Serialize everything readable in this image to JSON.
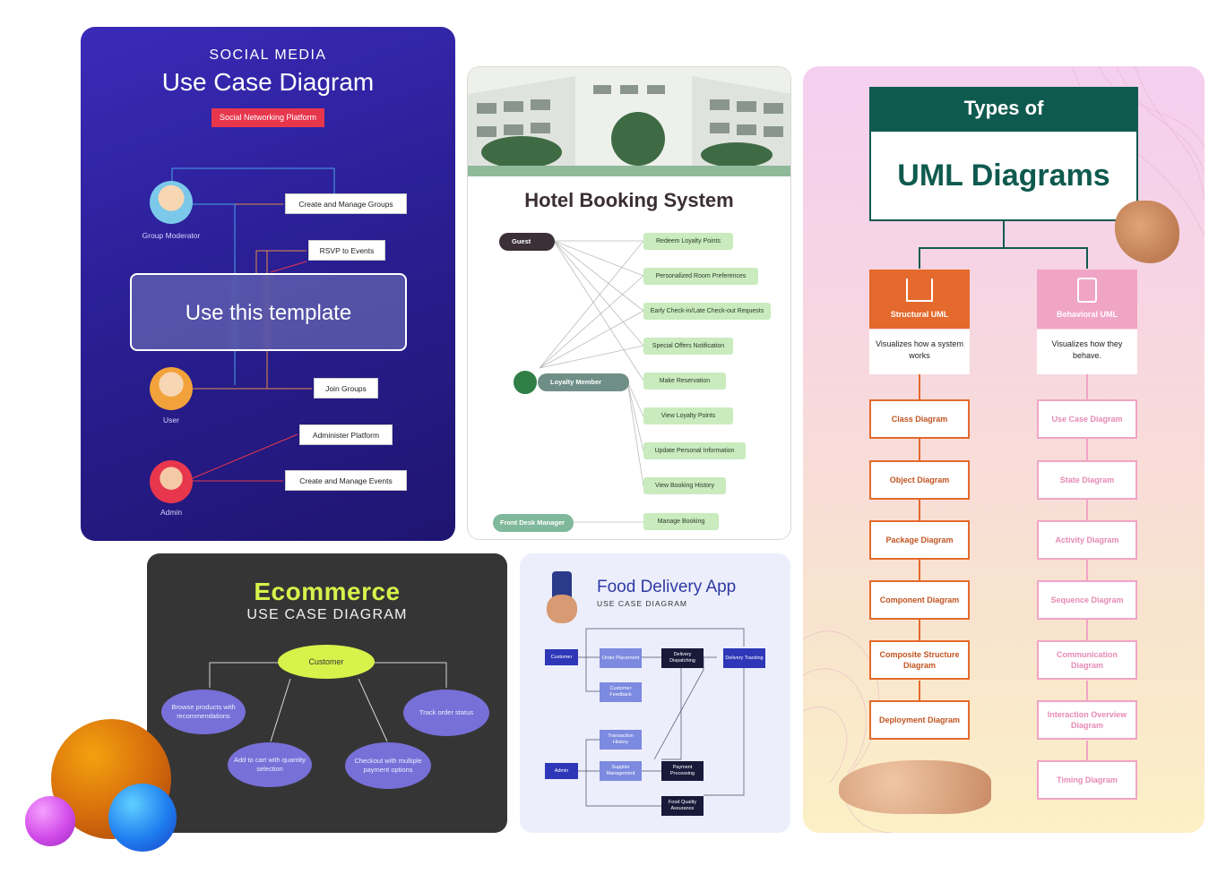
{
  "social": {
    "kicker": "SOCIAL MEDIA",
    "title": "Use Case Diagram",
    "badge": "Social Networking Platform",
    "actors": [
      "Group Moderator",
      "User",
      "Admin"
    ],
    "use_cases": [
      "Create and Manage Groups",
      "RSVP to Events",
      "Join Groups",
      "Administer Platform",
      "Create and Manage Events"
    ],
    "template_button": "Use this template",
    "colors": {
      "bg": "#2a1f95",
      "badge": "#e8374d"
    }
  },
  "hotel": {
    "title": "Hotel Booking System",
    "actors": [
      "Guest",
      "Loyalty Member",
      "Front Desk Manager"
    ],
    "use_cases": [
      "Redeem Loyalty Points",
      "Personalized Room Preferences",
      "Early Check-in/Late Check-out Requests",
      "Special Offers Notification",
      "Make Reservation",
      "View Loyalty Points",
      "Update Personal Information",
      "View Booking History",
      "Manage Booking"
    ]
  },
  "uml": {
    "header": "Types of",
    "main": "UML Diagrams",
    "structural": {
      "title": "Structural UML",
      "desc": "Visualizes how a system works",
      "items": [
        "Class Diagram",
        "Object Diagram",
        "Package Diagram",
        "Component Diagram",
        "Composite Structure Diagram",
        "Deployment Diagram"
      ]
    },
    "behavioral": {
      "title": "Behavioral UML",
      "desc": "Visualizes how they behave.",
      "items": [
        "Use Case Diagram",
        "State Diagram",
        "Activity Diagram",
        "Sequence Diagram",
        "Communication Diagram",
        "Interaction Overview Diagram",
        "Timing Diagram"
      ]
    },
    "colors": {
      "dark": "#0f5a4f",
      "structural": "#e4692c",
      "behavioral": "#f0a4c6"
    }
  },
  "ecommerce": {
    "title": "Ecommerce",
    "subtitle": "USE CASE DIAGRAM",
    "actor": "Customer",
    "use_cases": [
      "Browse products with recommendations",
      "Track order status",
      "Add to cart with quantity selection",
      "Checkout with multiple payment options"
    ]
  },
  "food": {
    "title": "Food Delivery App",
    "subtitle": "USE CASE DIAGRAM",
    "actors": [
      "Customer",
      "Admin"
    ],
    "boxes": [
      "Order Placement",
      "Delivery Dispatching",
      "Delivery Tracking",
      "Customer Feedback",
      "Transaction History",
      "Supplier Management",
      "Payment Processing",
      "Food Quality Assurance"
    ]
  }
}
